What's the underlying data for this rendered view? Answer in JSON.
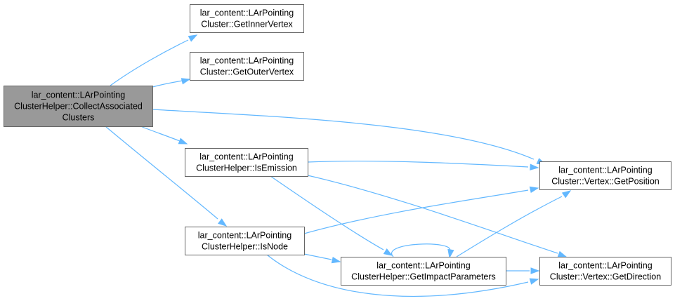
{
  "graph": {
    "nodes": {
      "collect": {
        "lines": [
          "lar_content::LArPointing",
          "ClusterHelper::CollectAssociated",
          "Clusters"
        ],
        "root": true
      },
      "inner": {
        "lines": [
          "lar_content::LArPointing",
          "Cluster::GetInnerVertex"
        ]
      },
      "outer": {
        "lines": [
          "lar_content::LArPointing",
          "Cluster::GetOuterVertex"
        ]
      },
      "emission": {
        "lines": [
          "lar_content::LArPointing",
          "ClusterHelper::IsEmission"
        ]
      },
      "node": {
        "lines": [
          "lar_content::LArPointing",
          "ClusterHelper::IsNode"
        ]
      },
      "impact": {
        "lines": [
          "lar_content::LArPointing",
          "ClusterHelper::GetImpactParameters"
        ]
      },
      "position": {
        "lines": [
          "lar_content::LArPointing",
          "Cluster::Vertex::GetPosition"
        ]
      },
      "direction": {
        "lines": [
          "lar_content::LArPointing",
          "Cluster::Vertex::GetDirection"
        ]
      }
    },
    "edges": [
      [
        "collect",
        "inner"
      ],
      [
        "collect",
        "outer"
      ],
      [
        "collect",
        "position"
      ],
      [
        "collect",
        "emission"
      ],
      [
        "collect",
        "node"
      ],
      [
        "emission",
        "position"
      ],
      [
        "emission",
        "impact"
      ],
      [
        "emission",
        "direction"
      ],
      [
        "node",
        "position"
      ],
      [
        "node",
        "impact"
      ],
      [
        "node",
        "direction"
      ],
      [
        "impact",
        "impact"
      ],
      [
        "impact",
        "position"
      ],
      [
        "impact",
        "direction"
      ]
    ],
    "colors": {
      "edge": "#63b8ff",
      "root_fill": "#999999",
      "border": "#666666"
    }
  }
}
